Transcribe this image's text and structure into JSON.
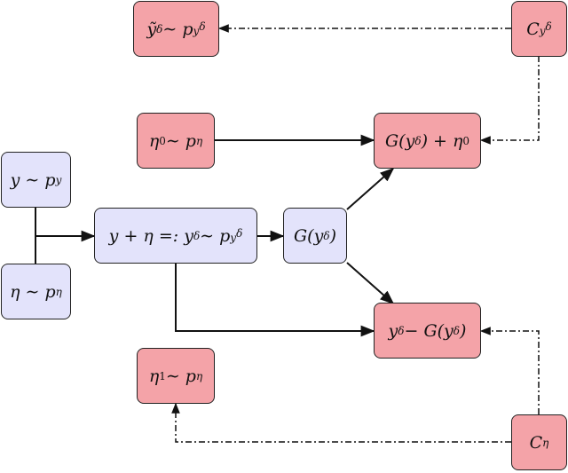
{
  "nodes": {
    "y_dist": {
      "label": "y ∼ p",
      "sub": "y"
    },
    "eta_dist": {
      "label": "η ∼ p",
      "sub": "η"
    },
    "y_plus_eta": {
      "label": "y + η =: y",
      "sup": "δ",
      "tail": " ∼ p",
      "sub": "y",
      "subsup": "δ"
    },
    "G_y": {
      "label": "G(y",
      "sup": "δ",
      "tail": ")"
    },
    "eta0_dist": {
      "label": "η",
      "sub": "0",
      "tail": " ∼ p",
      "sub2": "η"
    },
    "eta1_dist": {
      "label": "η",
      "sub": "1",
      "tail": " ∼ p",
      "sub2": "η"
    },
    "ytilde_dist": {
      "label": "ỹ",
      "sup": "δ",
      "tail": " ∼ p",
      "sub": "y",
      "subsup": "δ"
    },
    "C_y": {
      "label": "C",
      "sub": "y",
      "subsup": "δ"
    },
    "C_eta": {
      "label": "C",
      "sub": "η"
    },
    "G_plus_eta0": {
      "label": "G(y",
      "sup": "δ",
      "tail": ") + η",
      "sub": "0"
    },
    "y_minus_G": {
      "label": "y",
      "sup": "δ",
      "tail": " − G(y",
      "sup2": "δ",
      "tail2": ")"
    }
  },
  "colors": {
    "input_fill": "#e3e3fb",
    "output_fill": "#f4a3a8",
    "stroke": "#222222"
  }
}
